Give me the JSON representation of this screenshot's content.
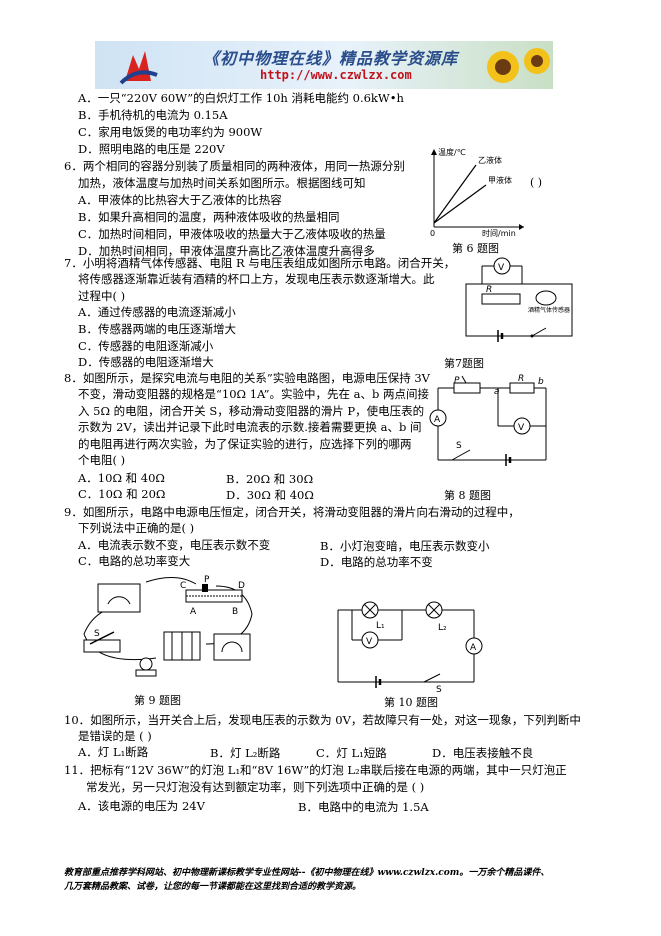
{
  "banner": {
    "title": "《初中物理在线》精品教学资源库",
    "url": "http://www.czwlzx.com"
  },
  "q5": {
    "a": "A．一只“220V 60W”的白炽灯工作 10h 消耗电能约 0.6kW•h",
    "b": "B．手机待机的电流为 0.15A",
    "c": "C．家用电饭煲的电功率约为 900W",
    "d": "D．照明电路的电压是 220V"
  },
  "q6": {
    "l1": "6．两个相同的容器分别装了质量相同的两种液体，用同一热源分别",
    "l2": "加热，液体温度与加热时间关系如图所示。根据图线可知",
    "bracket": "(      )",
    "a": "A．甲液体的比热容大于乙液体的比热容",
    "b": "B．如果升高相同的温度，两种液体吸收的热量相同",
    "c": "C．加热时间相同，甲液体吸收的热量大于乙液体吸收的热量",
    "d": "D．加热时间相同，甲液体温度升高比乙液体温度升高得多",
    "fig": {
      "ylabel": "温度/℃",
      "xlabel": "时间/min",
      "origin": "0",
      "series_yi": "乙液体",
      "series_jia": "甲液体",
      "caption": "第 6 题图"
    }
  },
  "q7": {
    "l1": "7．小明将酒精气体传感器、电阻 R 与电压表组成如图所示电路。闭合开关，",
    "l2": "将传感器逐渐靠近装有酒精的杯口上方，发现电压表示数逐渐增大。此",
    "l3": "过程中(      )",
    "a": "A．通过传感器的电流逐渐减小",
    "b": "B．传感器两端的电压逐渐增大",
    "c": "C．传感器的电阻逐渐减小",
    "d": "D．传感器的电阻逐渐增大",
    "fig": {
      "v": "V",
      "r": "R",
      "sensor": "酒精气体传感器",
      "caption": "第7题图"
    }
  },
  "q8": {
    "l1": "8．如图所示，是探究电流与电阻的关系”实验电路图，电源电压保持 3V",
    "l2": "不变，滑动变阻器的规格是“10Ω 1A”。实验中，先在 a、b 两点间接",
    "l3": "入 5Ω 的电阻，闭合开关 S，移动滑动变阻器的滑片 P，使电压表的",
    "l4": "示数为 2V，读出并记录下此时电流表的示数.接着需要更换 a、b 间",
    "l5": "的电阻再进行两次实验，为了保证实验的进行，应选择下列的哪两",
    "l6": "个电阻(      )",
    "a": "A．10Ω 和 40Ω",
    "b": "B．20Ω 和 30Ω",
    "c": "C．10Ω 和 20Ω",
    "d": "D．30Ω 和 40Ω",
    "fig": {
      "p": "P",
      "r": "R",
      "a": "a",
      "b": "b",
      "ammeter": "A",
      "voltmeter": "V",
      "s": "S",
      "caption": "第 8 题图"
    }
  },
  "q9": {
    "l1": "9．如图所示，电路中电源电压恒定，闭合开关，将滑动变阻器的滑片向右滑动的过程中，",
    "l2": "下列说法中正确的是(      )",
    "a": "A．电流表示数不变，电压表示数不变",
    "b": "B．小灯泡变暗，电压表示数变小",
    "c": "C．电路的总功率变大",
    "d": "D．电路的总功率不变",
    "fig": {
      "c": "C",
      "d": "D",
      "a": "A",
      "b": "B",
      "p": "P",
      "s": "S",
      "caption": "第 9 题图"
    }
  },
  "q10": {
    "fig": {
      "l1": "L₁",
      "l2": "L₂",
      "v": "V",
      "a": "A",
      "s": "S",
      "caption": "第 10 题图"
    },
    "l1": "10．如图所示，当开关合上后，发现电压表的示数为 0V，若故障只有一处，对这一现象，下列判断中",
    "l2": "是错误的是 (      )",
    "a": "A．灯 L₁断路",
    "b": "B．灯 L₂断路",
    "c": "C．灯 L₁短路",
    "d": "D．电压表接触不良"
  },
  "q11": {
    "l1": "11．把标有“12V 36W”的灯泡 L₁和“8V 16W”的灯泡 L₂串联后接在电源的两端，其中一只灯泡正",
    "l2": "常发光，另一只灯泡没有达到额定功率，则下列选项中正确的是 (      )",
    "a": "A．该电源的电压为 24V",
    "b": "B．电路中的电流为 1.5A"
  },
  "footer": {
    "l1": "教育部重点推荐学科网站、初中物理新课标教学专业性网站--《初中物理在线》www.czwlzx.com。一万余个精品课件、",
    "l2": "几万套精品教案、试卷，让您的每一节课都能在这里找到合适的教学资源。"
  },
  "colors": {
    "banner_title": "#2a4e8c",
    "banner_url": "#c0121b"
  }
}
